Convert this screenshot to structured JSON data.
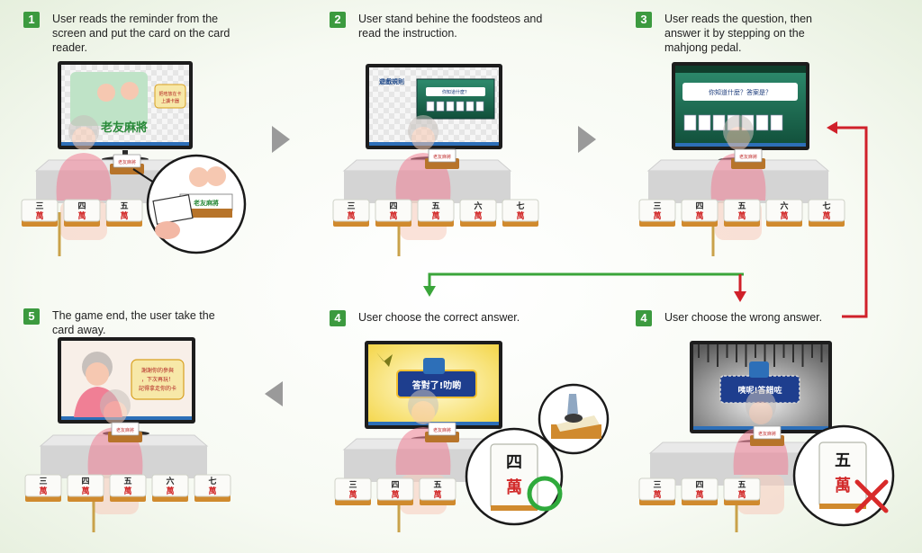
{
  "steps": [
    {
      "num": "1",
      "text": "User reads the reminder from the screen and put the card on the card reader."
    },
    {
      "num": "2",
      "text": "User stand behine the foodsteos and read the instruction."
    },
    {
      "num": "3",
      "text": "User reads the question, then answer it by stepping on the mahjong pedal."
    },
    {
      "num": "4",
      "text": "User choose the correct answer."
    },
    {
      "num": "4",
      "text": "User choose the wrong answer."
    },
    {
      "num": "5",
      "text": "The game end, the user take the card away."
    }
  ],
  "screens": {
    "s1_title": "老友麻將",
    "s1_bubble": "把咭放在卡上讀卡器",
    "s2_title": "遊戲規則",
    "s2_question": "你知道什麼？",
    "s3_question": "你知道什麼？答案是？",
    "s4_correct": "答對了!叻啲",
    "s4_wrong": "咦呢!答錯咗",
    "s5_bubble": "謝謝你的參與，下次再玩！記得拿走你的卡",
    "card_label": "老友麻將"
  },
  "tiles": {
    "numbers": [
      "三",
      "四",
      "五",
      "六",
      "七"
    ],
    "wan": "萬",
    "zoom_correct": "四",
    "zoom_wrong": "五"
  },
  "colors": {
    "badge": "#3c9a3f",
    "green_arrow": "#3aa53a",
    "red_arrow": "#d0202a",
    "gray_arrow": "#9a9a9a",
    "correct_ring": "#2faa3c",
    "wrong_x": "#d82a2a"
  }
}
